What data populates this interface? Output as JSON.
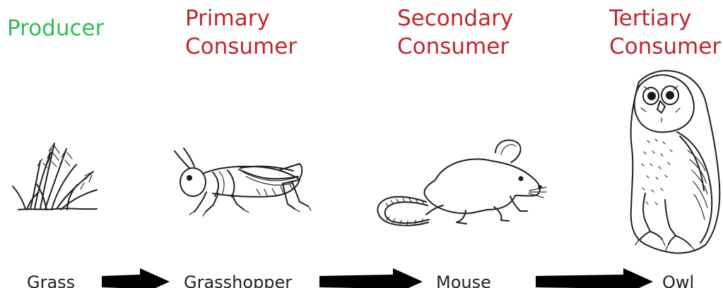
{
  "title_labels": {
    "producer": "Producer",
    "primary_consumer": "Primary\nConsumer",
    "secondary_consumer": "Secondary\nConsumer",
    "tertiary_consumer": "Tertiary\nConsumer"
  },
  "organisms": {
    "grass": "Grass",
    "grasshopper": "Grasshopper",
    "mouse": "Mouse",
    "owl": "Owl"
  },
  "colors": {
    "producer": "#2ebf4f",
    "consumer": "#c3242a",
    "arrow": "#000000",
    "ink": "#1f1f1f"
  },
  "icons": {
    "grass": "grass-icon",
    "grasshopper": "grasshopper-icon",
    "mouse": "mouse-icon",
    "owl": "owl-icon",
    "arrow": "right-arrow-icon"
  }
}
